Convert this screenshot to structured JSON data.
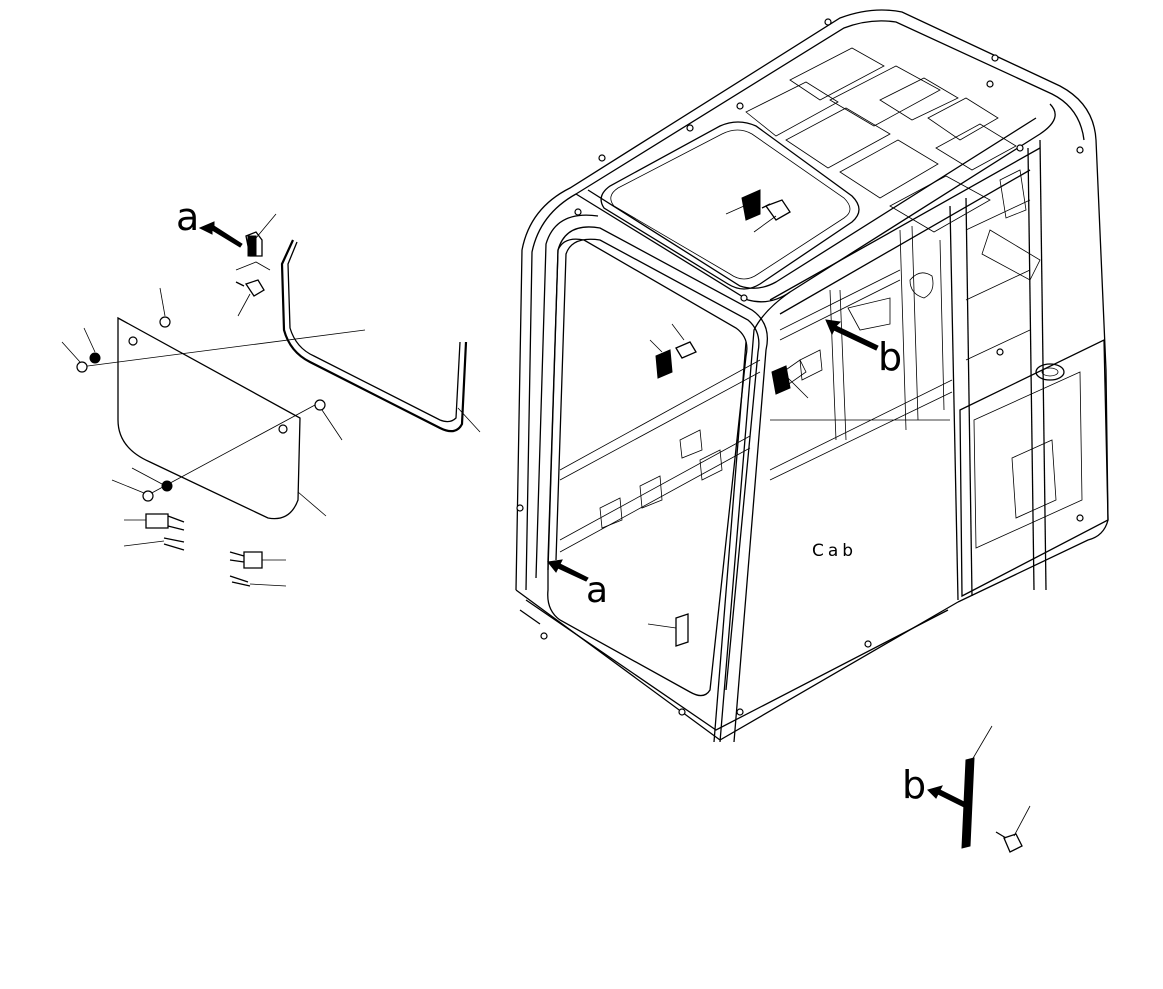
{
  "diagram": {
    "labels": {
      "ref_a": "a",
      "ref_b": "b",
      "cab": "Cab"
    },
    "line_color": "#000000",
    "background": "#ffffff"
  }
}
